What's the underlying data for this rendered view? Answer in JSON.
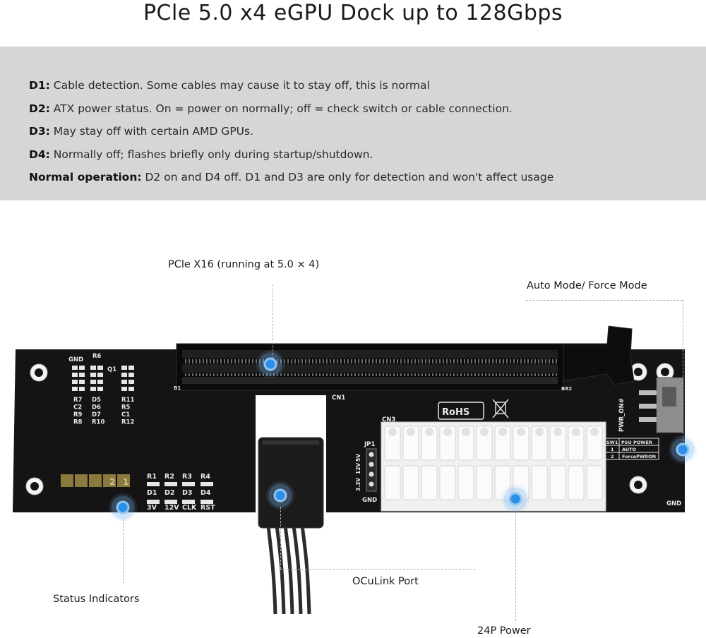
{
  "title": "PCle 5.0 x4 eGPU Dock up to 128Gbps",
  "notes": [
    {
      "key": "D1:",
      "text": " Cable detection. Some cables may cause it to stay off, this is normal"
    },
    {
      "key": "D2:",
      "text": " ATX power status. On = power on normally; off = check switch or cable connection."
    },
    {
      "key": "D3:",
      "text": " May stay off with certain AMD GPUs."
    },
    {
      "key": "D4:",
      "text": " Normally off; flashes briefly only during startup/shutdown."
    },
    {
      "key": "Normal operation:",
      "text": " D2 on and D4 off. D1 and D3 are only for detection and won't affect usage"
    }
  ],
  "callouts": {
    "pcie": "PCle X16 (running at 5.0 × 4)",
    "mode": "Auto Mode/ Force Mode",
    "status": "Status Indicators",
    "oculink": "OCuLink Port",
    "power": "24P Power"
  },
  "board": {
    "gnd_top": "GND",
    "r6": "R6",
    "q1": "Q1",
    "left_grid": [
      [
        "R7",
        "D5",
        "R11"
      ],
      [
        "C2",
        "D6",
        "R5"
      ],
      [
        "R9",
        "D7",
        "C1"
      ],
      [
        "R8",
        "R10",
        "R12"
      ]
    ],
    "cn1": "CN1",
    "b82": "B82",
    "b1": "B1",
    "rohs": "RoHS",
    "cn3": "CN3",
    "jp1": "JP1",
    "jp1_pins": [
      "3.3V",
      "12V",
      "5V"
    ],
    "gnd_jp": "GND",
    "pwr_on": "PWR_ON#",
    "sw_table": [
      [
        "SW1",
        "PSU POWER"
      ],
      [
        "1",
        "AUTO"
      ],
      [
        "2",
        "ForcePWRON"
      ]
    ],
    "gnd_right": "GND",
    "r_labels": [
      "R1",
      "R2",
      "R3",
      "R4"
    ],
    "d_labels": [
      "D1",
      "D2",
      "D3",
      "D4"
    ],
    "d_funcs": [
      "3V",
      "12V",
      "CLK",
      "RST"
    ],
    "pad_numbers": [
      "2",
      "1"
    ]
  },
  "colors": {
    "band": "#d6d6d6",
    "board": "#141414",
    "marker": "#2d8fe8"
  }
}
